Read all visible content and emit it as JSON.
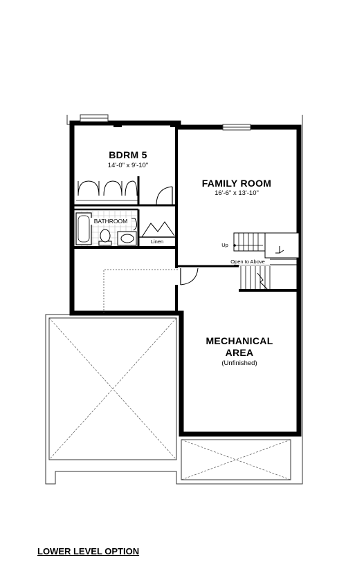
{
  "plan_title": "LOWER LEVEL OPTION",
  "rooms": {
    "bedroom": {
      "name": "BDRM 5",
      "dims": "14'-0\" x 9'-10\""
    },
    "family": {
      "name": "FAMILY ROOM",
      "dims": "16'-6\" x 13'-10\""
    },
    "bathroom": {
      "name": "BATHROOM"
    },
    "linen": {
      "name": "Linen"
    },
    "mechanical": {
      "name_line1": "MECHANICAL",
      "name_line2": "AREA",
      "note": "(Unfinished)"
    }
  },
  "stairs": {
    "up_label": "Up",
    "open_label": "Open to Above"
  },
  "colors": {
    "wall": "#000000",
    "thin": "#333333",
    "tile": "#bbbbbb"
  }
}
